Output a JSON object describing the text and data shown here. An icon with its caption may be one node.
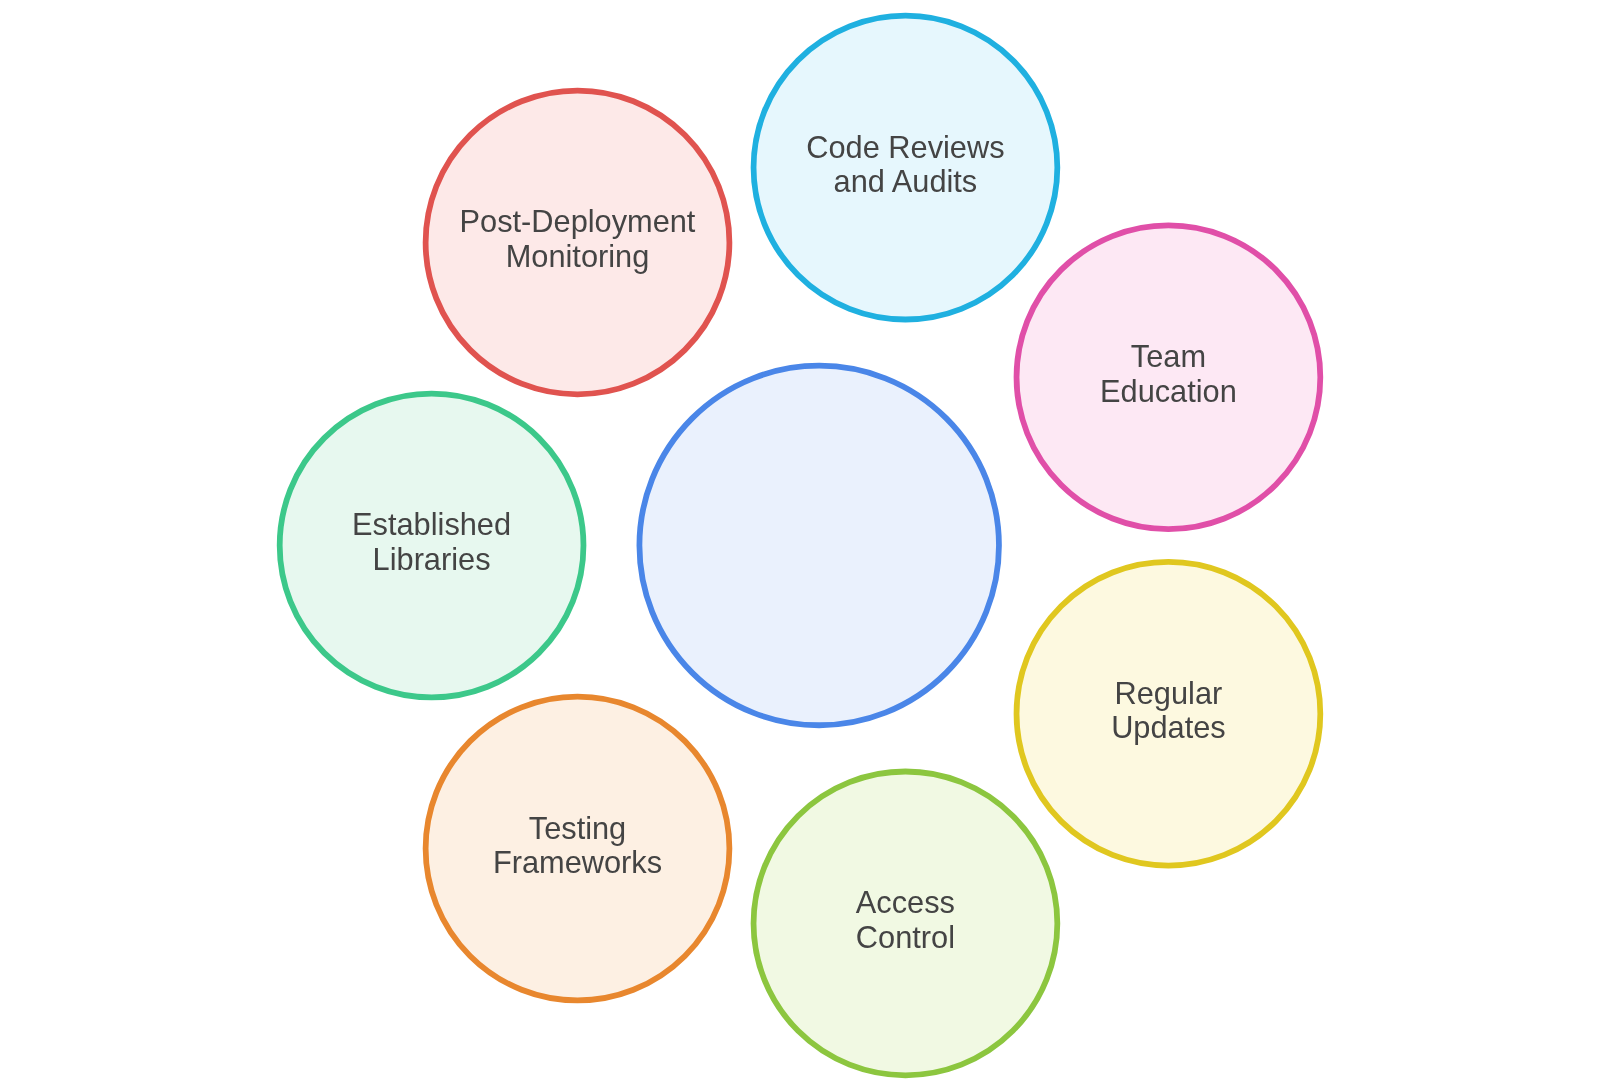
{
  "diagram": {
    "nodes": [
      {
        "text": [
          "Team Education"
        ]
      },
      {
        "text": [
          "Code Reviews and Audits"
        ]
      },
      {
        "text": [
          "Post-Deployment Monitoring"
        ]
      },
      {
        "text": [],
        "shape": "circle"
      },
      {
        "text": [
          "Established Libraries"
        ]
      },
      {
        "text": [
          "Testing Frameworks"
        ]
      },
      {
        "text": [
          "Access Control"
        ]
      },
      {
        "text": [
          "Regular Updates"
        ]
      }
    ],
    "edges": []
  }
}
